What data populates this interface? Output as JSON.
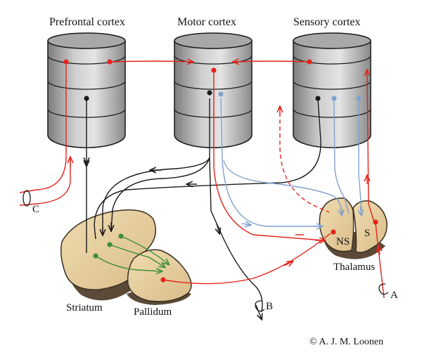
{
  "labels": {
    "prefrontal": "Prefrontal cortex",
    "motor": "Motor cortex",
    "sensory": "Sensory cortex",
    "striatum": "Striatum",
    "pallidum": "Pallidum",
    "thalamus": "Thalamus",
    "ns": "NS",
    "s": "S",
    "a": "A",
    "b": "B",
    "c": "C",
    "copyright": "© A. J. M. Loonen"
  },
  "colors": {
    "excitatory_red": "#e5231b",
    "projection_black": "#1a1a1a",
    "sensory_blue": "#7fa1cf",
    "striatal_green": "#3f8f3a",
    "nucleus_fill": "#e2c99a",
    "nucleus_shadow": "#5a4a37",
    "cortex_gray": "#bdbdbd"
  },
  "icons": [
    "cortical-column",
    "basal-nucleus",
    "pathway-arrow",
    "neuron-soma",
    "loop-symbol"
  ]
}
